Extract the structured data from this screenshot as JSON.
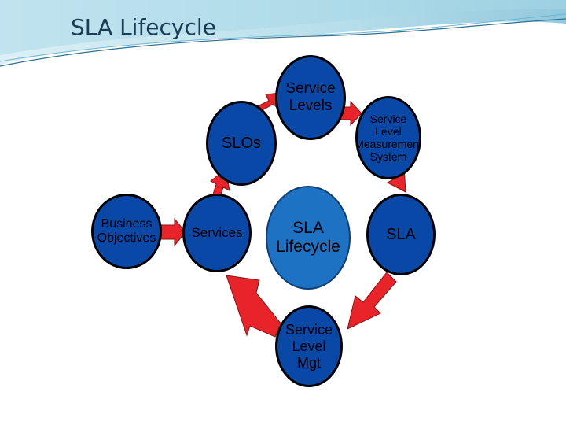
{
  "slide": {
    "title": "SLA Lifecycle"
  },
  "colors": {
    "node_fill": "#0a48a8",
    "center_fill": "#1e72c4",
    "arrow_fill": "#e8242a",
    "title_color": "#1a3c55"
  },
  "diagram": {
    "nodes": {
      "business_objectives": "Business\nObjectives",
      "services": "Services",
      "slos": "SLOs",
      "service_levels": "Service\nLevels",
      "service_level_measurement_system": "Service\nLevel\nMeasurement\nSystem",
      "sla": "SLA",
      "service_level_mgt": "Service\nLevel\nMgt"
    },
    "center_label": "SLA\nLifecycle"
  }
}
